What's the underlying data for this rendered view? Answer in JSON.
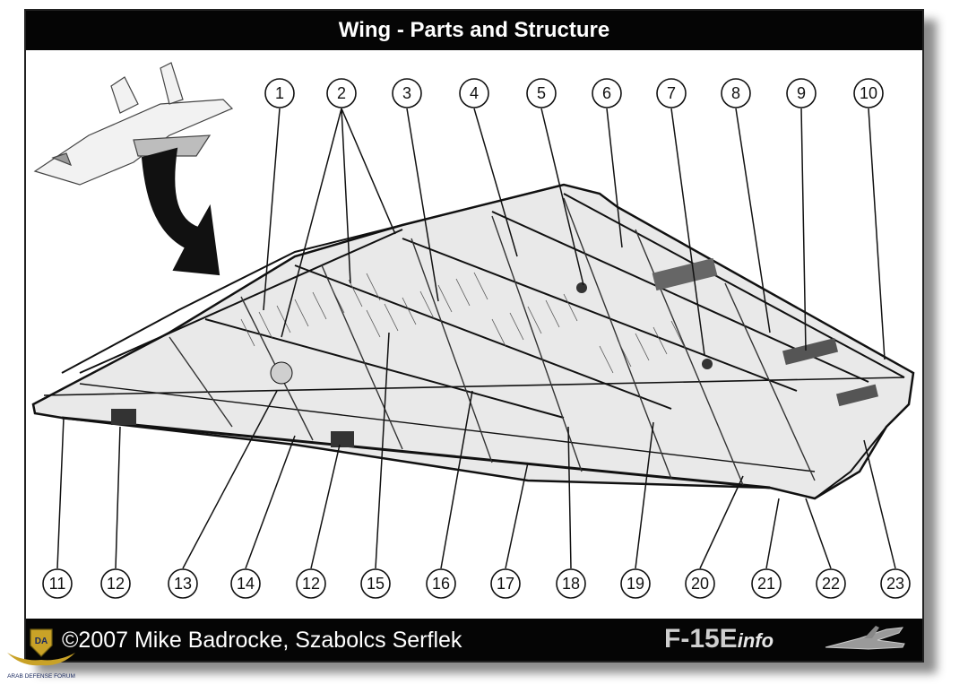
{
  "title": "Wing - Parts and Structure",
  "footer": {
    "credit": "©2007 Mike Badrocke, Szabolcs Serflek",
    "brand_main": "F-15E",
    "brand_sub": "info"
  },
  "watermark": {
    "line1": "DA",
    "line2": "ARAB DEFENSE FORUM"
  },
  "callouts_top": [
    {
      "label": "1"
    },
    {
      "label": "2"
    },
    {
      "label": "3"
    },
    {
      "label": "4"
    },
    {
      "label": "5"
    },
    {
      "label": "6"
    },
    {
      "label": "7"
    },
    {
      "label": "8"
    },
    {
      "label": "9"
    },
    {
      "label": "10"
    }
  ],
  "callouts_bottom": [
    {
      "label": "11"
    },
    {
      "label": "12"
    },
    {
      "label": "13"
    },
    {
      "label": "14"
    },
    {
      "label": "12"
    },
    {
      "label": "15"
    },
    {
      "label": "16"
    },
    {
      "label": "17"
    },
    {
      "label": "18"
    },
    {
      "label": "19"
    },
    {
      "label": "20"
    },
    {
      "label": "21"
    },
    {
      "label": "22"
    },
    {
      "label": "23"
    }
  ],
  "colors": {
    "bar": "#050505",
    "line": "#111111",
    "wing_fill": "#e9e9e9",
    "arrow": "#111111"
  }
}
